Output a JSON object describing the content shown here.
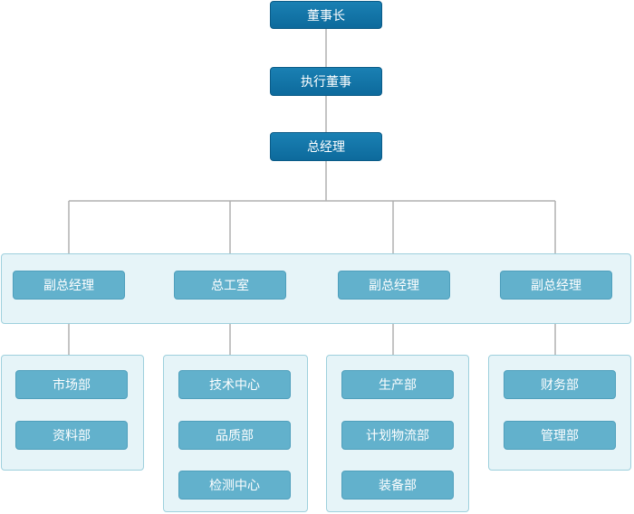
{
  "chain": {
    "chairman": "董事长",
    "executive_director": "执行董事",
    "general_manager": "总经理"
  },
  "branches": [
    {
      "head": "副总经理",
      "units": [
        "市场部",
        "资料部"
      ]
    },
    {
      "head": "总工室",
      "units": [
        "技术中心",
        "品质部",
        "检测中心"
      ]
    },
    {
      "head": "副总经理",
      "units": [
        "生产部",
        "计划物流部",
        "装备部"
      ]
    },
    {
      "head": "副总经理",
      "units": [
        "财务部",
        "管理部"
      ]
    }
  ],
  "colors": {
    "top_box": "#0d6a9c",
    "mid_box": "#62b1cc",
    "panel_bg": "#e6f4f8",
    "panel_border": "#9ed0dd",
    "connector": "#b0b0b0"
  }
}
